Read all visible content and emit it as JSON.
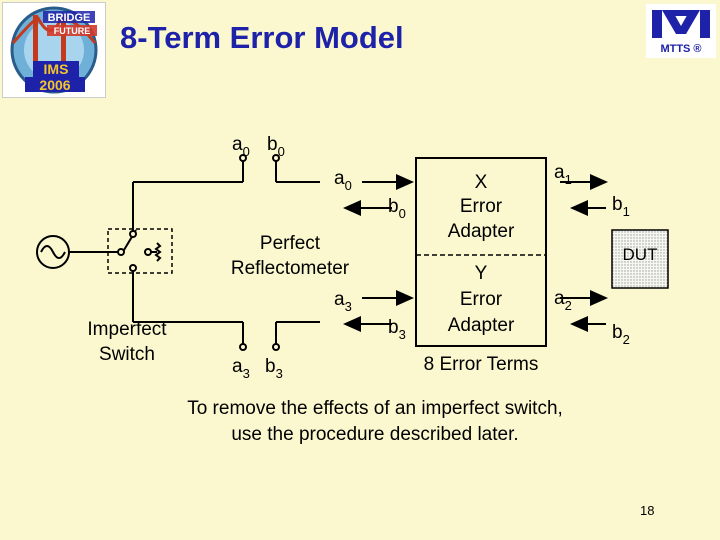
{
  "slide": {
    "title": "8-Term Error Model",
    "caption_line1": "To remove the effects of an imperfect switch,",
    "caption_line2": "use the procedure described later.",
    "page_number": "18"
  },
  "logos": {
    "left_text_1": "BRIDGE",
    "left_text_2": "FUTURE",
    "left_text_3": "IMS",
    "left_text_4": "2006",
    "right_text": "MTTS ®"
  },
  "diagram": {
    "port_top": {
      "a": "a",
      "a_sub": "0",
      "b": "b",
      "b_sub": "0"
    },
    "port_bottom": {
      "a": "a",
      "a_sub": "3",
      "b": "b",
      "b_sub": "3"
    },
    "reflectometer_label_1": "Perfect",
    "reflectometer_label_2": "Reflectometer",
    "switch_label_1": "Imperfect",
    "switch_label_2": "Switch",
    "left_a0": {
      "main": "a",
      "sub": "0"
    },
    "left_b0": {
      "main": "b",
      "sub": "0"
    },
    "left_a3": {
      "main": "a",
      "sub": "3"
    },
    "left_b3": {
      "main": "b",
      "sub": "3"
    },
    "right_a1": {
      "main": "a",
      "sub": "1"
    },
    "right_b1": {
      "main": "b",
      "sub": "1"
    },
    "right_a2": {
      "main": "a",
      "sub": "2"
    },
    "right_b2": {
      "main": "b",
      "sub": "2"
    },
    "x_adapter": [
      "X",
      "Error",
      "Adapter"
    ],
    "y_adapter": [
      "Y",
      "Error",
      "Adapter"
    ],
    "error_terms_label": "8 Error Terms",
    "dut_label": "DUT"
  },
  "colors": {
    "title": "#1e22a8",
    "background": "#fbf8cf"
  }
}
